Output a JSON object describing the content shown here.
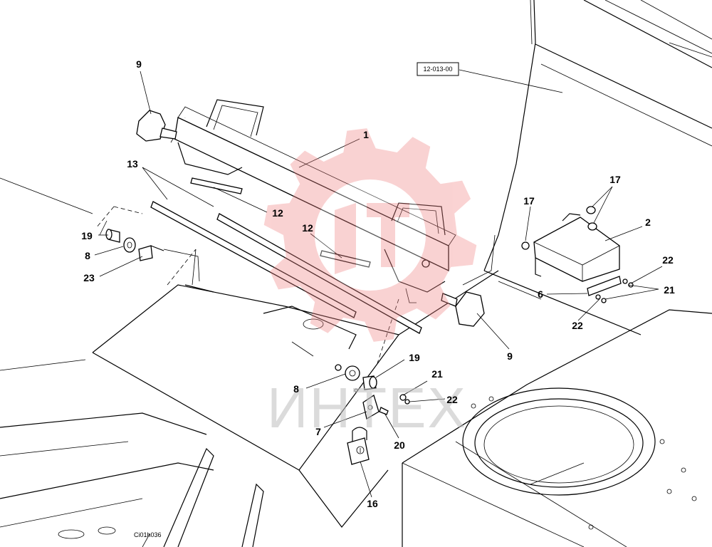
{
  "reference_box": "12-013-00",
  "drawing_code": "Ci01h036",
  "watermark": "ИНТЕХ",
  "watermark_color": "#f08080",
  "callouts": {
    "c9a": "9",
    "c1": "1",
    "c13": "13",
    "c12a": "12",
    "c12b": "12",
    "c19a": "19",
    "c8a": "8",
    "c23": "23",
    "c17a": "17",
    "c17b": "17",
    "c2": "2",
    "c22a": "22",
    "c6": "6",
    "c21a": "21",
    "c22b": "22",
    "c9b": "9",
    "c19b": "19",
    "c8b": "8",
    "c21b": "21",
    "c22c": "22",
    "c7": "7",
    "c20": "20",
    "c16": "16"
  }
}
